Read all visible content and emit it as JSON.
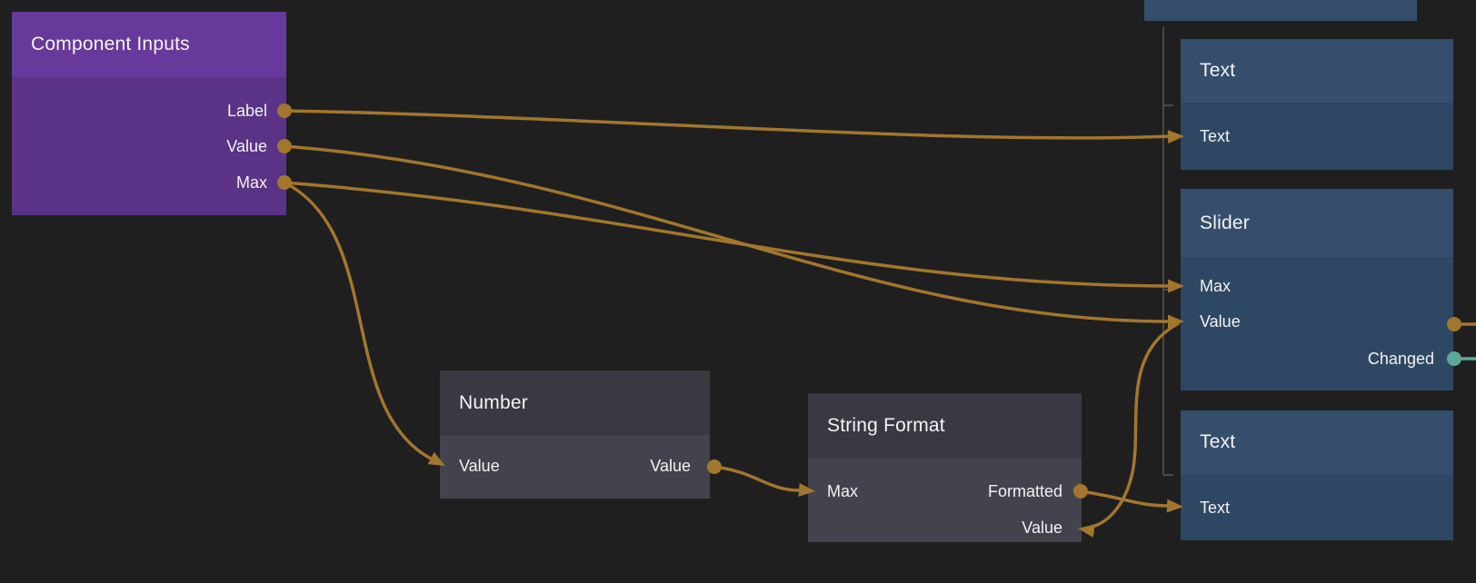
{
  "editor": {
    "type": "visual-node-graph",
    "background": "#1f1f20"
  },
  "colors": {
    "connection_data": "#a2762c",
    "connection_signal": "#5da89b",
    "hierarchy_line": "#565656",
    "node_purple_header": "#66399a",
    "node_purple_body": "#5a3387",
    "node_blue_header": "#344e6b",
    "node_blue_body": "#2e4763",
    "node_gray_header": "#393941",
    "node_gray_body": "#43434d",
    "label_text": "#f2f2f3"
  },
  "nodes": [
    {
      "title": "",
      "note": "partially visible node at top edge",
      "ports": []
    },
    {
      "title": "Component Inputs",
      "ports": [
        {
          "label": "Label",
          "direction": "output"
        },
        {
          "label": "Value",
          "direction": "output"
        },
        {
          "label": "Max",
          "direction": "output"
        }
      ]
    },
    {
      "title": "Text",
      "ports": [
        {
          "label": "Text",
          "direction": "input"
        }
      ]
    },
    {
      "title": "Slider",
      "ports": [
        {
          "label": "Max",
          "direction": "input"
        },
        {
          "label": "Value",
          "direction": "input-output"
        },
        {
          "label": "Changed",
          "direction": "output",
          "signal": true
        }
      ]
    },
    {
      "title": "Number",
      "ports": [
        {
          "label": "Value",
          "direction": "input"
        },
        {
          "label": "Value",
          "direction": "output"
        }
      ]
    },
    {
      "title": "String Format",
      "ports": [
        {
          "label": "Max",
          "direction": "input"
        },
        {
          "label": "Formatted",
          "direction": "output"
        },
        {
          "label": "Value",
          "direction": "input"
        }
      ]
    },
    {
      "title": "Text",
      "ports": [
        {
          "label": "Text",
          "direction": "input"
        }
      ]
    }
  ],
  "connections": [
    {
      "from": "Component Inputs / Label",
      "to": "Text (top) / Text",
      "color": "#a2762c"
    },
    {
      "from": "Component Inputs / Value",
      "to": "Slider / Value",
      "color": "#a2762c"
    },
    {
      "from": "Component Inputs / Max",
      "to": "Slider / Max",
      "color": "#a2762c"
    },
    {
      "from": "Component Inputs / Max",
      "to": "Number / Value",
      "color": "#a2762c"
    },
    {
      "from": "Number / Value",
      "to": "String Format / Max",
      "color": "#a2762c"
    },
    {
      "from": "String Format / Formatted",
      "to": "Text (bottom) / Text",
      "color": "#a2762c"
    },
    {
      "from": "Slider / Value",
      "to": "String Format / Value",
      "color": "#a2762c"
    },
    {
      "from": "Slider / Value",
      "to": "(off-screen right)",
      "color": "#a2762c"
    },
    {
      "from": "Slider / Changed",
      "to": "(off-screen right)",
      "color": "#5da89b"
    }
  ],
  "hierarchy": {
    "parent": "partial node at top",
    "children": [
      "Text (top)",
      "Slider",
      "Text (bottom)"
    ]
  }
}
